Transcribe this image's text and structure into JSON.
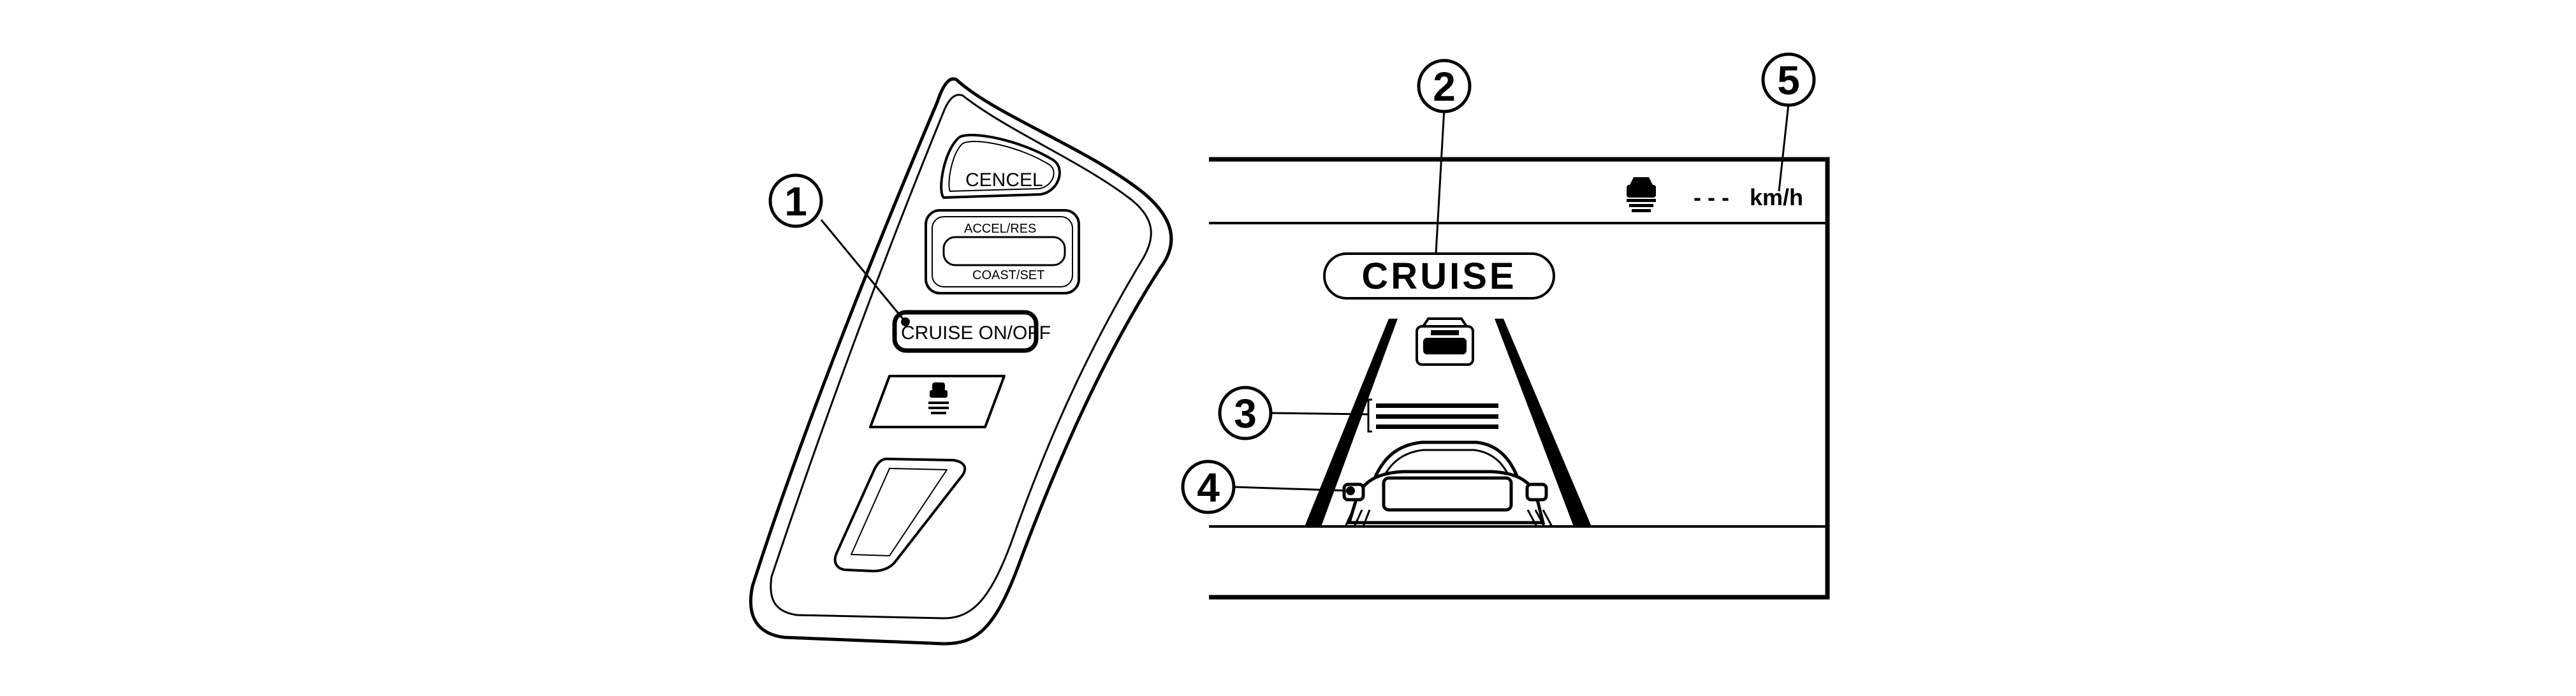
{
  "panel": {
    "cancel_label": "CENCEL",
    "accel_res_label": "ACCEL/RES",
    "coast_set_label": "COAST/SET",
    "cruise_onoff_label": "CRUISE ON/OFF",
    "distance_button_icon": "vehicle-distance-icon"
  },
  "display": {
    "cruise_indicator": "CRUISE",
    "speed_value": "- - -",
    "speed_unit": "km/h",
    "set_distance_icon": "vehicle-ahead-icon",
    "lead_vehicle_icon": "vehicle-rear-icon",
    "own_vehicle_icon": "own-vehicle-icon"
  },
  "callouts": [
    "1",
    "2",
    "3",
    "4",
    "5"
  ]
}
